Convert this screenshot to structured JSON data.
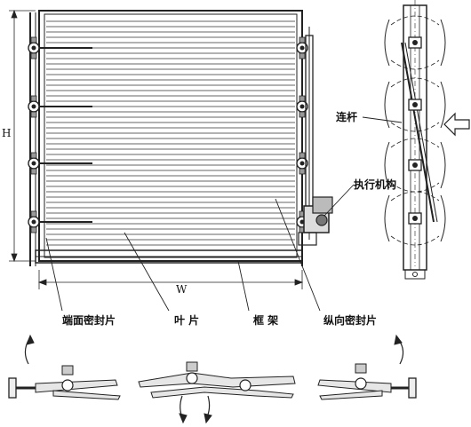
{
  "dimensions": {
    "height": "H",
    "width": "W"
  },
  "labels": {
    "end_seal": "端面密封片",
    "blade": "叶 片",
    "frame": "框 架",
    "longitudinal_seal": "纵向密封片",
    "linkage": "连杆",
    "actuator": "执行机构"
  },
  "colors": {
    "line": "#222222",
    "blade_fill": "#f4f4f4",
    "frame_fill": "#eeeeee"
  },
  "icons": {
    "airflow": "arrow-left-icon",
    "rotation": "curved-arrow-icon"
  }
}
